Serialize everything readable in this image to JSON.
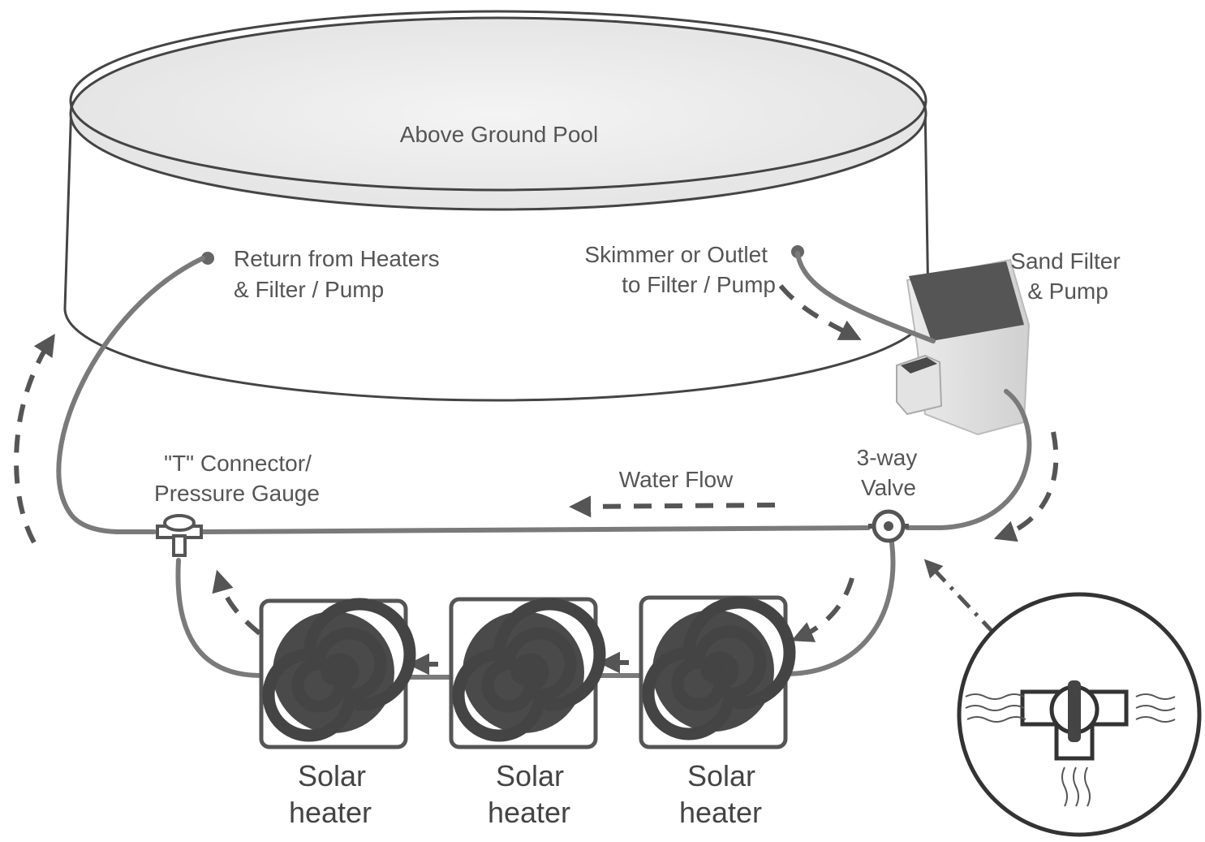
{
  "diagram": {
    "pool_label": "Above Ground Pool",
    "return_label": [
      "Return from Heaters",
      "& Filter / Pump"
    ],
    "skimmer_label": [
      "Skimmer or Outlet",
      "to Filter / Pump"
    ],
    "filter_label": [
      "Sand Filter",
      "& Pump"
    ],
    "tconnector_label": [
      "\"T\" Connector/",
      "Pressure Gauge"
    ],
    "water_flow_label": "Water Flow",
    "valve_label": [
      "3-way",
      "Valve"
    ],
    "heaters": [
      {
        "line1": "Solar",
        "line2": "heater"
      },
      {
        "line1": "Solar",
        "line2": "heater"
      },
      {
        "line1": "Solar",
        "line2": "heater"
      }
    ]
  }
}
